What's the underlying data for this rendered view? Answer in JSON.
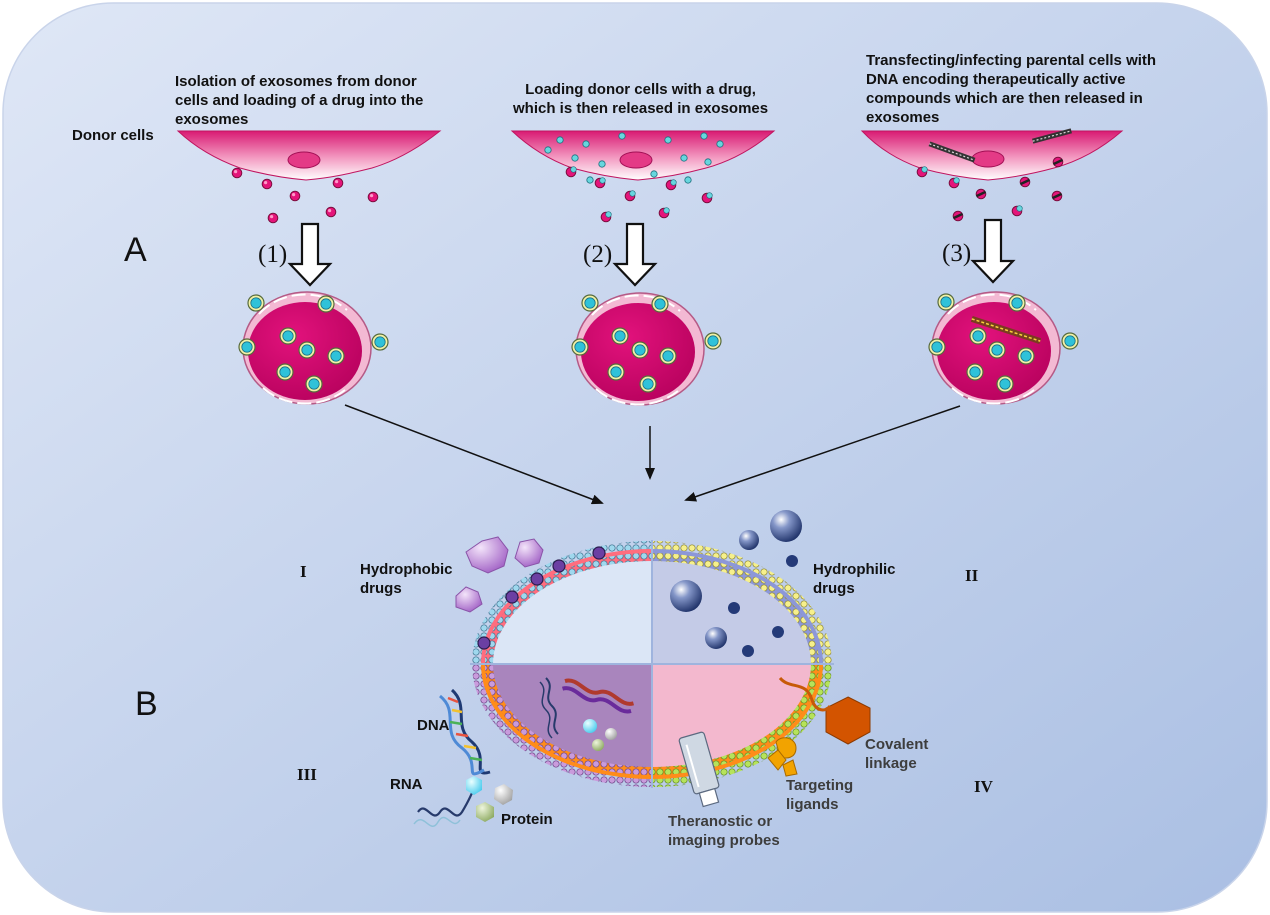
{
  "colors": {
    "panel_light": "#dfe7f6",
    "panel_dark": "#aabfe3",
    "donor_pink": "#d91a73",
    "exosome_magenta": "#c8005f",
    "cargo_cyan": "#30c4d8",
    "hydrophilic_navy": "#243a78",
    "covalent_orange": "#d35400"
  },
  "labels": {
    "donor_cells": "Donor cells",
    "strategy_1": [
      "Isolation of exosomes from donor",
      "cells and loading of a drug into the",
      "exosomes"
    ],
    "strategy_2": [
      "Loading donor cells with a drug,",
      "which is then released in exosomes"
    ],
    "strategy_3": [
      "Transfecting/infecting parental cells with",
      "DNA encoding therapeutically active",
      "compounds which are then released in",
      "exosomes"
    ],
    "step_1": "(1)",
    "step_2": "(2)",
    "step_3": "(3)",
    "panel_a": "A",
    "panel_b": "B",
    "roman_1": "I",
    "roman_2": "II",
    "roman_3": "III",
    "roman_4": "IV",
    "hydrophobic": [
      "Hydrophobic",
      "drugs"
    ],
    "hydrophilic": [
      "Hydrophilic",
      "drugs"
    ],
    "dna": "DNA",
    "rna": "RNA",
    "protein": "Protein",
    "covalent": [
      "Covalent",
      "linkage"
    ],
    "targeting": [
      "Targeting",
      "ligands"
    ],
    "theranostic": [
      "Theranostic or",
      "imaging probes"
    ]
  }
}
